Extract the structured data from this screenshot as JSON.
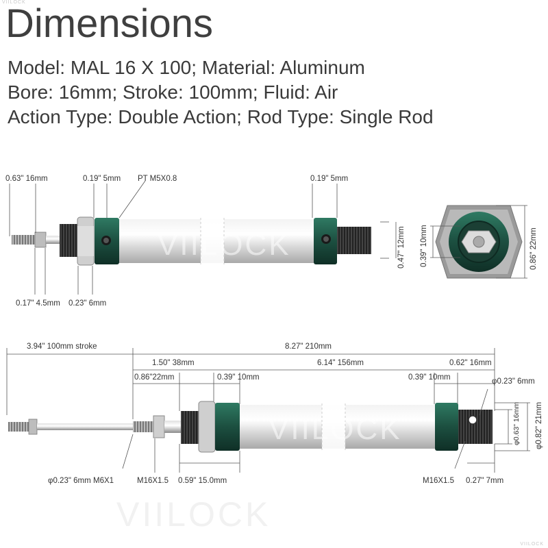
{
  "watermark_small": "VIILOCK",
  "watermark_big": "VIILOCK",
  "title": "Dimensions",
  "specs": [
    "Model: MAL 16 X 100; Material: Aluminum",
    "Bore: 16mm; Stroke: 100mm; Fluid: Air",
    "Action Type: Double Action; Rod Type: Single Rod"
  ],
  "top_view": {
    "dim_rod_len": "0.63\" 16mm",
    "dim_left_cap": "0.19\" 5mm",
    "port_label": "PT M5X0.8",
    "dim_right_cap": "0.19\" 5mm",
    "dim_nut": "0.17\" 4.5mm",
    "dim_thread": "0.23\" 6mm",
    "dim_rear_thread": "0.47\" 12mm"
  },
  "end_view": {
    "dim_inner": "0.39\" 10mm",
    "dim_outer": "0.86\" 22mm"
  },
  "bottom_view": {
    "dim_stroke": "3.94\" 100mm stroke",
    "dim_total": "8.27\" 210mm",
    "dim_a": "1.50\" 38mm",
    "dim_body": "6.14\" 156mm",
    "dim_end": "0.62\" 16mm",
    "dim_thread_len": "0.86\"22mm",
    "dim_cap_left": "0.39\" 10mm",
    "dim_cap_right": "0.39\" 10mm",
    "dim_hole": "φ0.23\" 6mm",
    "dim_pin": "φ0.63\" 16mm",
    "dim_dia": "φ0.82\" 21mm",
    "dim_rod_dia": "φ0.23\" 6mm",
    "rod_thread": "M6X1",
    "front_thread": "M16X1.5",
    "dim_nut_len": "0.59\" 15.0mm",
    "rear_thread": "M16X1.5",
    "dim_rear_len": "0.27\" 7mm"
  },
  "colors": {
    "cap_green": "#1f5646",
    "body_silver": "#d8d8d8",
    "dim_line": "#555555"
  }
}
